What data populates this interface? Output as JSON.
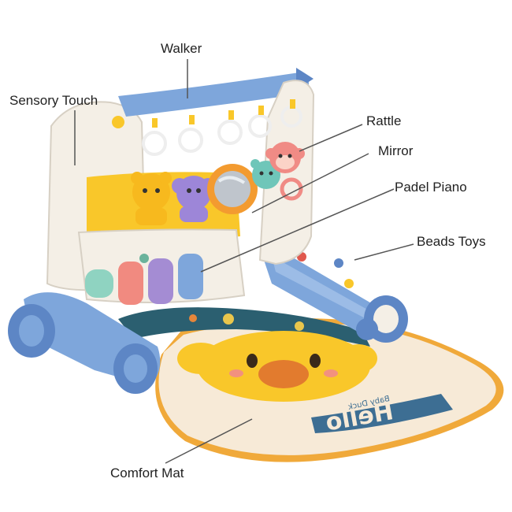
{
  "labels": {
    "walker": "Walker",
    "sensory_touch": "Sensory Touch",
    "rattle": "Rattle",
    "mirror": "Mirror",
    "padel_piano": "Padel Piano",
    "beads_toys": "Beads Toys",
    "comfort_mat": "Comfort Mat"
  },
  "mat": {
    "text": "Hello",
    "subtext": "Baby Duck"
  },
  "colors": {
    "frame_blue": "#7ea6db",
    "frame_cream": "#f4efe6",
    "mat_cream": "#f7ead7",
    "mat_edge": "#f0a93a",
    "duck_yellow": "#f9c72a",
    "pointer": "#555555"
  }
}
